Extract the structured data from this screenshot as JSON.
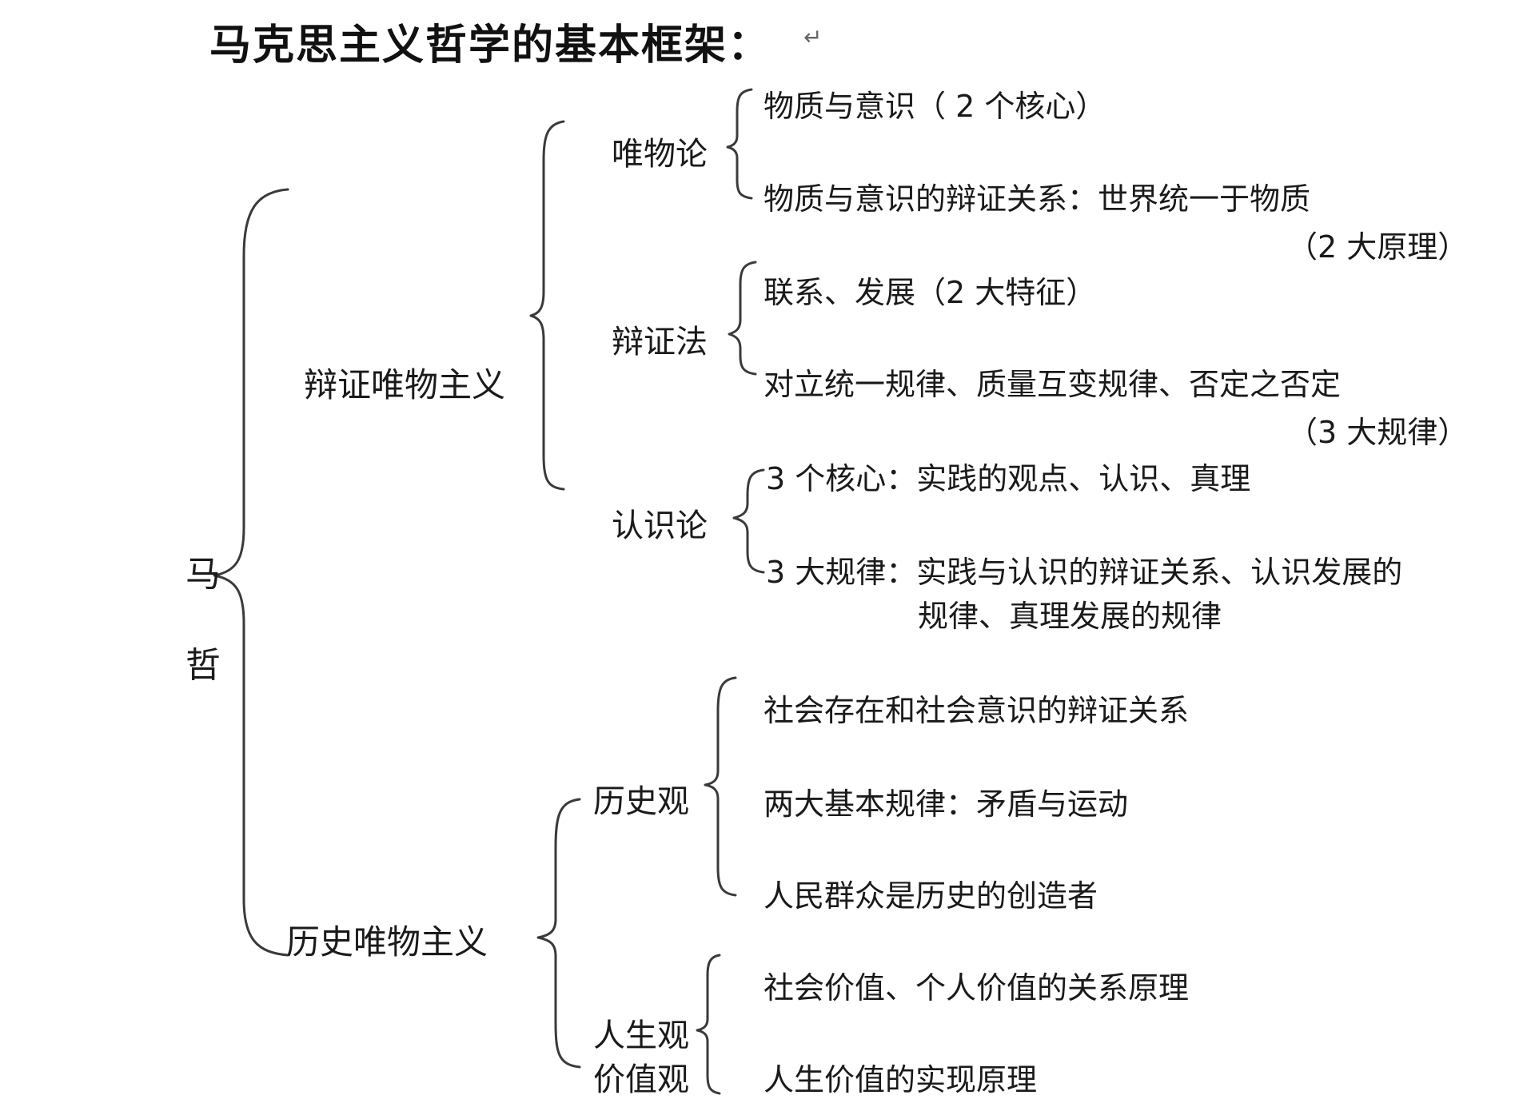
{
  "title": "马克思主义哲学的基本框架：",
  "return_mark": "↵",
  "root": {
    "line1": "马",
    "line2": "哲"
  },
  "branches": {
    "dialectical": {
      "label": "辩证唯物主义",
      "materialism": {
        "label": "唯物论",
        "items": [
          "物质与意识（ 2 个核心）",
          "物质与意识的辩证关系：世界统一于物质",
          "（2 大原理）"
        ]
      },
      "dialectics": {
        "label": "辩证法",
        "items": [
          "联系、发展（2 大特征）",
          "对立统一规律、质量互变规律、否定之否定",
          "（3 大规律）"
        ]
      },
      "epistemology": {
        "label": "认识论",
        "items": [
          "3 个核心：实践的观点、认识、真理",
          "3 大规律：实践与认识的辩证关系、认识发展的",
          "规律、真理发展的规律"
        ]
      }
    },
    "historical": {
      "label": "历史唯物主义",
      "history_view": {
        "label": "历史观",
        "items": [
          "社会存在和社会意识的辩证关系",
          "两大基本规律：矛盾与运动",
          "人民群众是历史的创造者"
        ]
      },
      "life_value_view": {
        "label_line1": "人生观",
        "label_line2": "价值观",
        "items": [
          "社会价值、个人价值的关系原理",
          "人生价值的实现原理"
        ]
      }
    }
  }
}
